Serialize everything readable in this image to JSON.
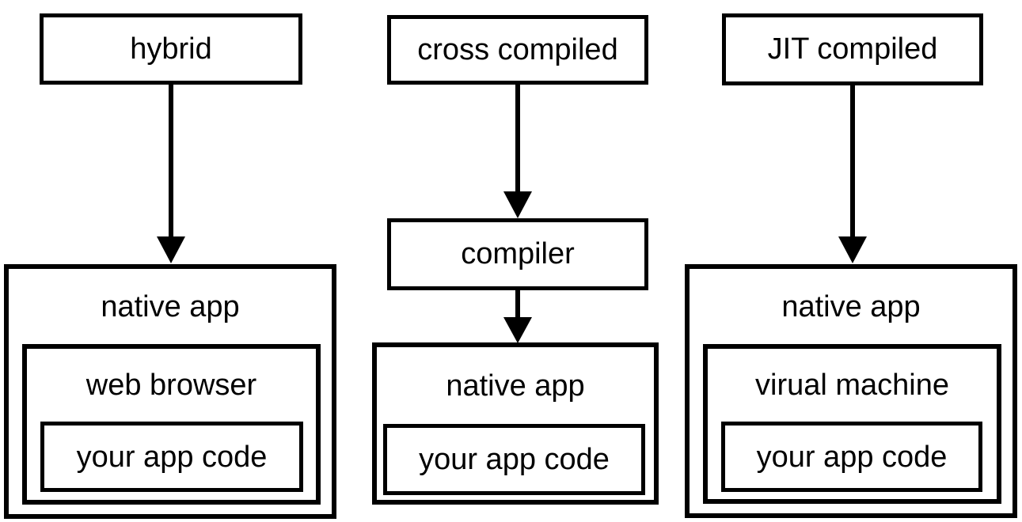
{
  "colors": {
    "background": "#ffffff",
    "stroke": "#000000",
    "text": "#000000"
  },
  "columns": [
    {
      "name": "hybrid",
      "header": "hybrid",
      "outer": "native app",
      "middle": "web browser",
      "inner": "your app code"
    },
    {
      "name": "cross-compiled",
      "header": "cross compiled",
      "compiler": "compiler",
      "outer": "native app",
      "inner": "your app code"
    },
    {
      "name": "jit-compiled",
      "header": "JIT compiled",
      "outer": "native app",
      "middle": "virual machine",
      "inner": "your app code"
    }
  ]
}
